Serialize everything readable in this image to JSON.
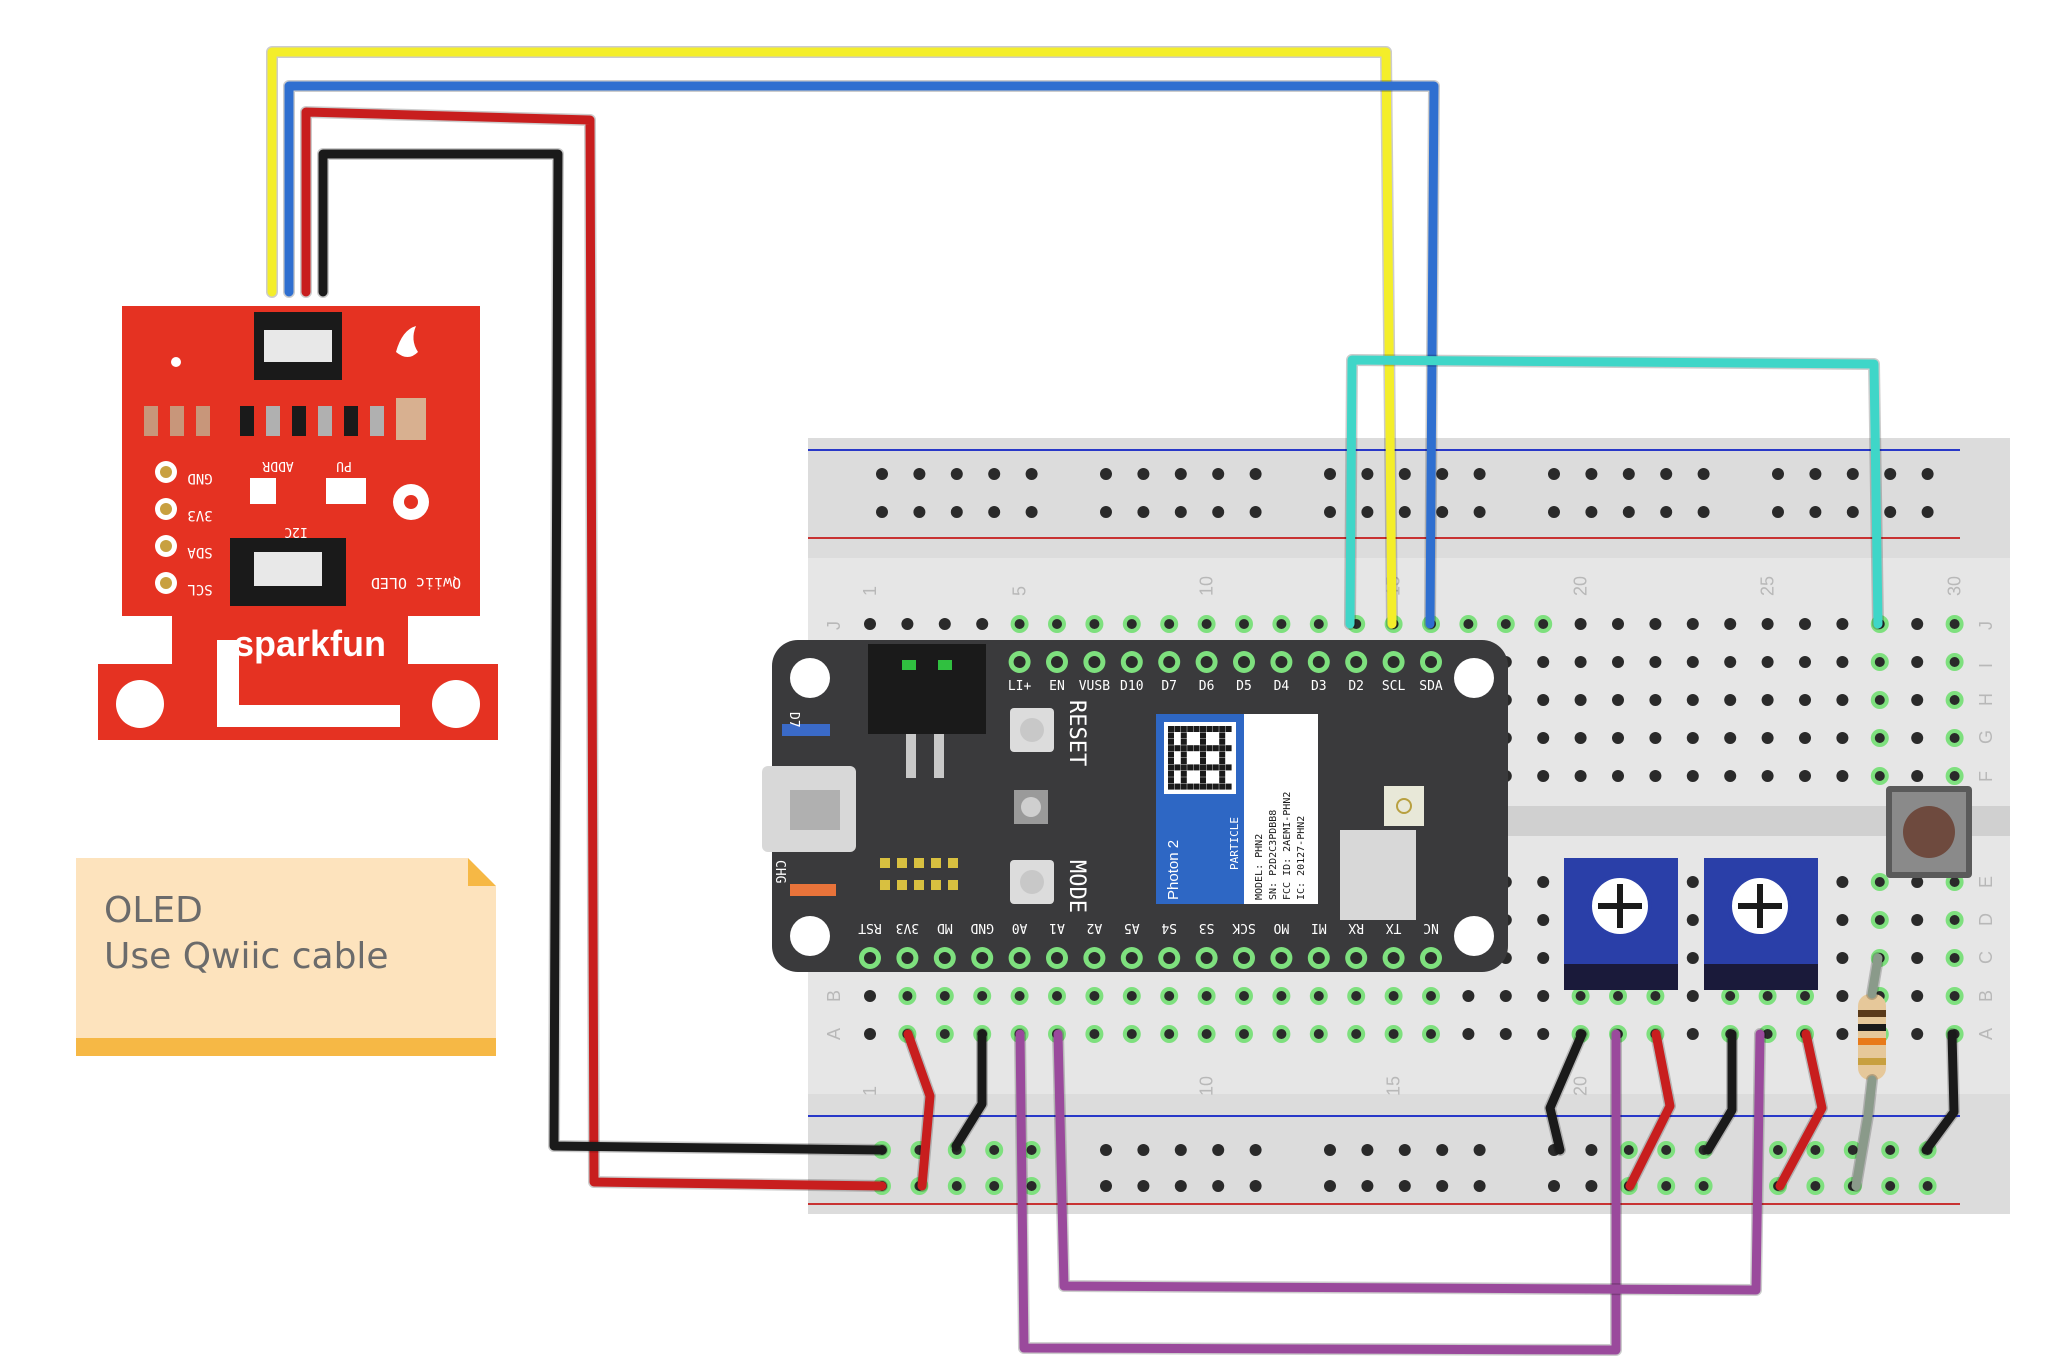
{
  "note": {
    "line1": "OLED",
    "line2": "Use Qwiic cable"
  },
  "oled_board": {
    "brand": "sparkfun",
    "pins": [
      "GND",
      "3V3",
      "SDA",
      "SCL"
    ],
    "labels": {
      "addr": "ADDR",
      "pu": "PU",
      "i2c": "I2C",
      "product": "Qwiic OLED"
    }
  },
  "photon": {
    "top_pins": [
      "LI+",
      "EN",
      "VUSB",
      "D10",
      "D7",
      "D6",
      "D5",
      "D4",
      "D3",
      "D2",
      "SCL",
      "SDA"
    ],
    "bottom_pins": [
      "RST",
      "3V3",
      "MD",
      "GND",
      "A0",
      "A1",
      "A2",
      "A5",
      "S4",
      "S3",
      "SCK",
      "MO",
      "MI",
      "RX",
      "TX",
      "NC"
    ],
    "reset_label": "RESET",
    "mode_label": "MODE",
    "d7_label": "D7",
    "chg_label": "CHG",
    "module_name": "Photon 2",
    "module_brand": "PARTICLE",
    "module_info": [
      "MODEL: PHN2",
      "SN: P2D2C3PDBB8",
      "FCC ID: 2AEMI-PHN2",
      "IC: 20127-PHN2"
    ]
  },
  "breadboard": {
    "column_numbers_top": [
      "1",
      "5",
      "10",
      "15",
      "20",
      "25",
      "30"
    ],
    "column_numbers_bottom": [
      "1",
      "10",
      "15",
      "20"
    ],
    "row_letters_right": [
      "J",
      "I",
      "H",
      "G",
      "F",
      "E",
      "D",
      "C",
      "B",
      "A"
    ],
    "row_letters_left": [
      "J",
      "B",
      "A"
    ]
  },
  "colors": {
    "yellow_wire": "#f4ee2a",
    "blue_wire": "#2f6fd0",
    "red_wire": "#c81e1e",
    "black_wire": "#1a1a1a",
    "cyan_wire": "#3fd6c8",
    "purple_wire": "#9a4a9c",
    "grey_wire": "#8a9a8a",
    "sparkfun_red": "#e53222",
    "photon_body": "#3a3a3c",
    "pot_blue": "#2a3fa8",
    "note_bg": "#fde3bd",
    "note_bar": "#f6b845"
  }
}
